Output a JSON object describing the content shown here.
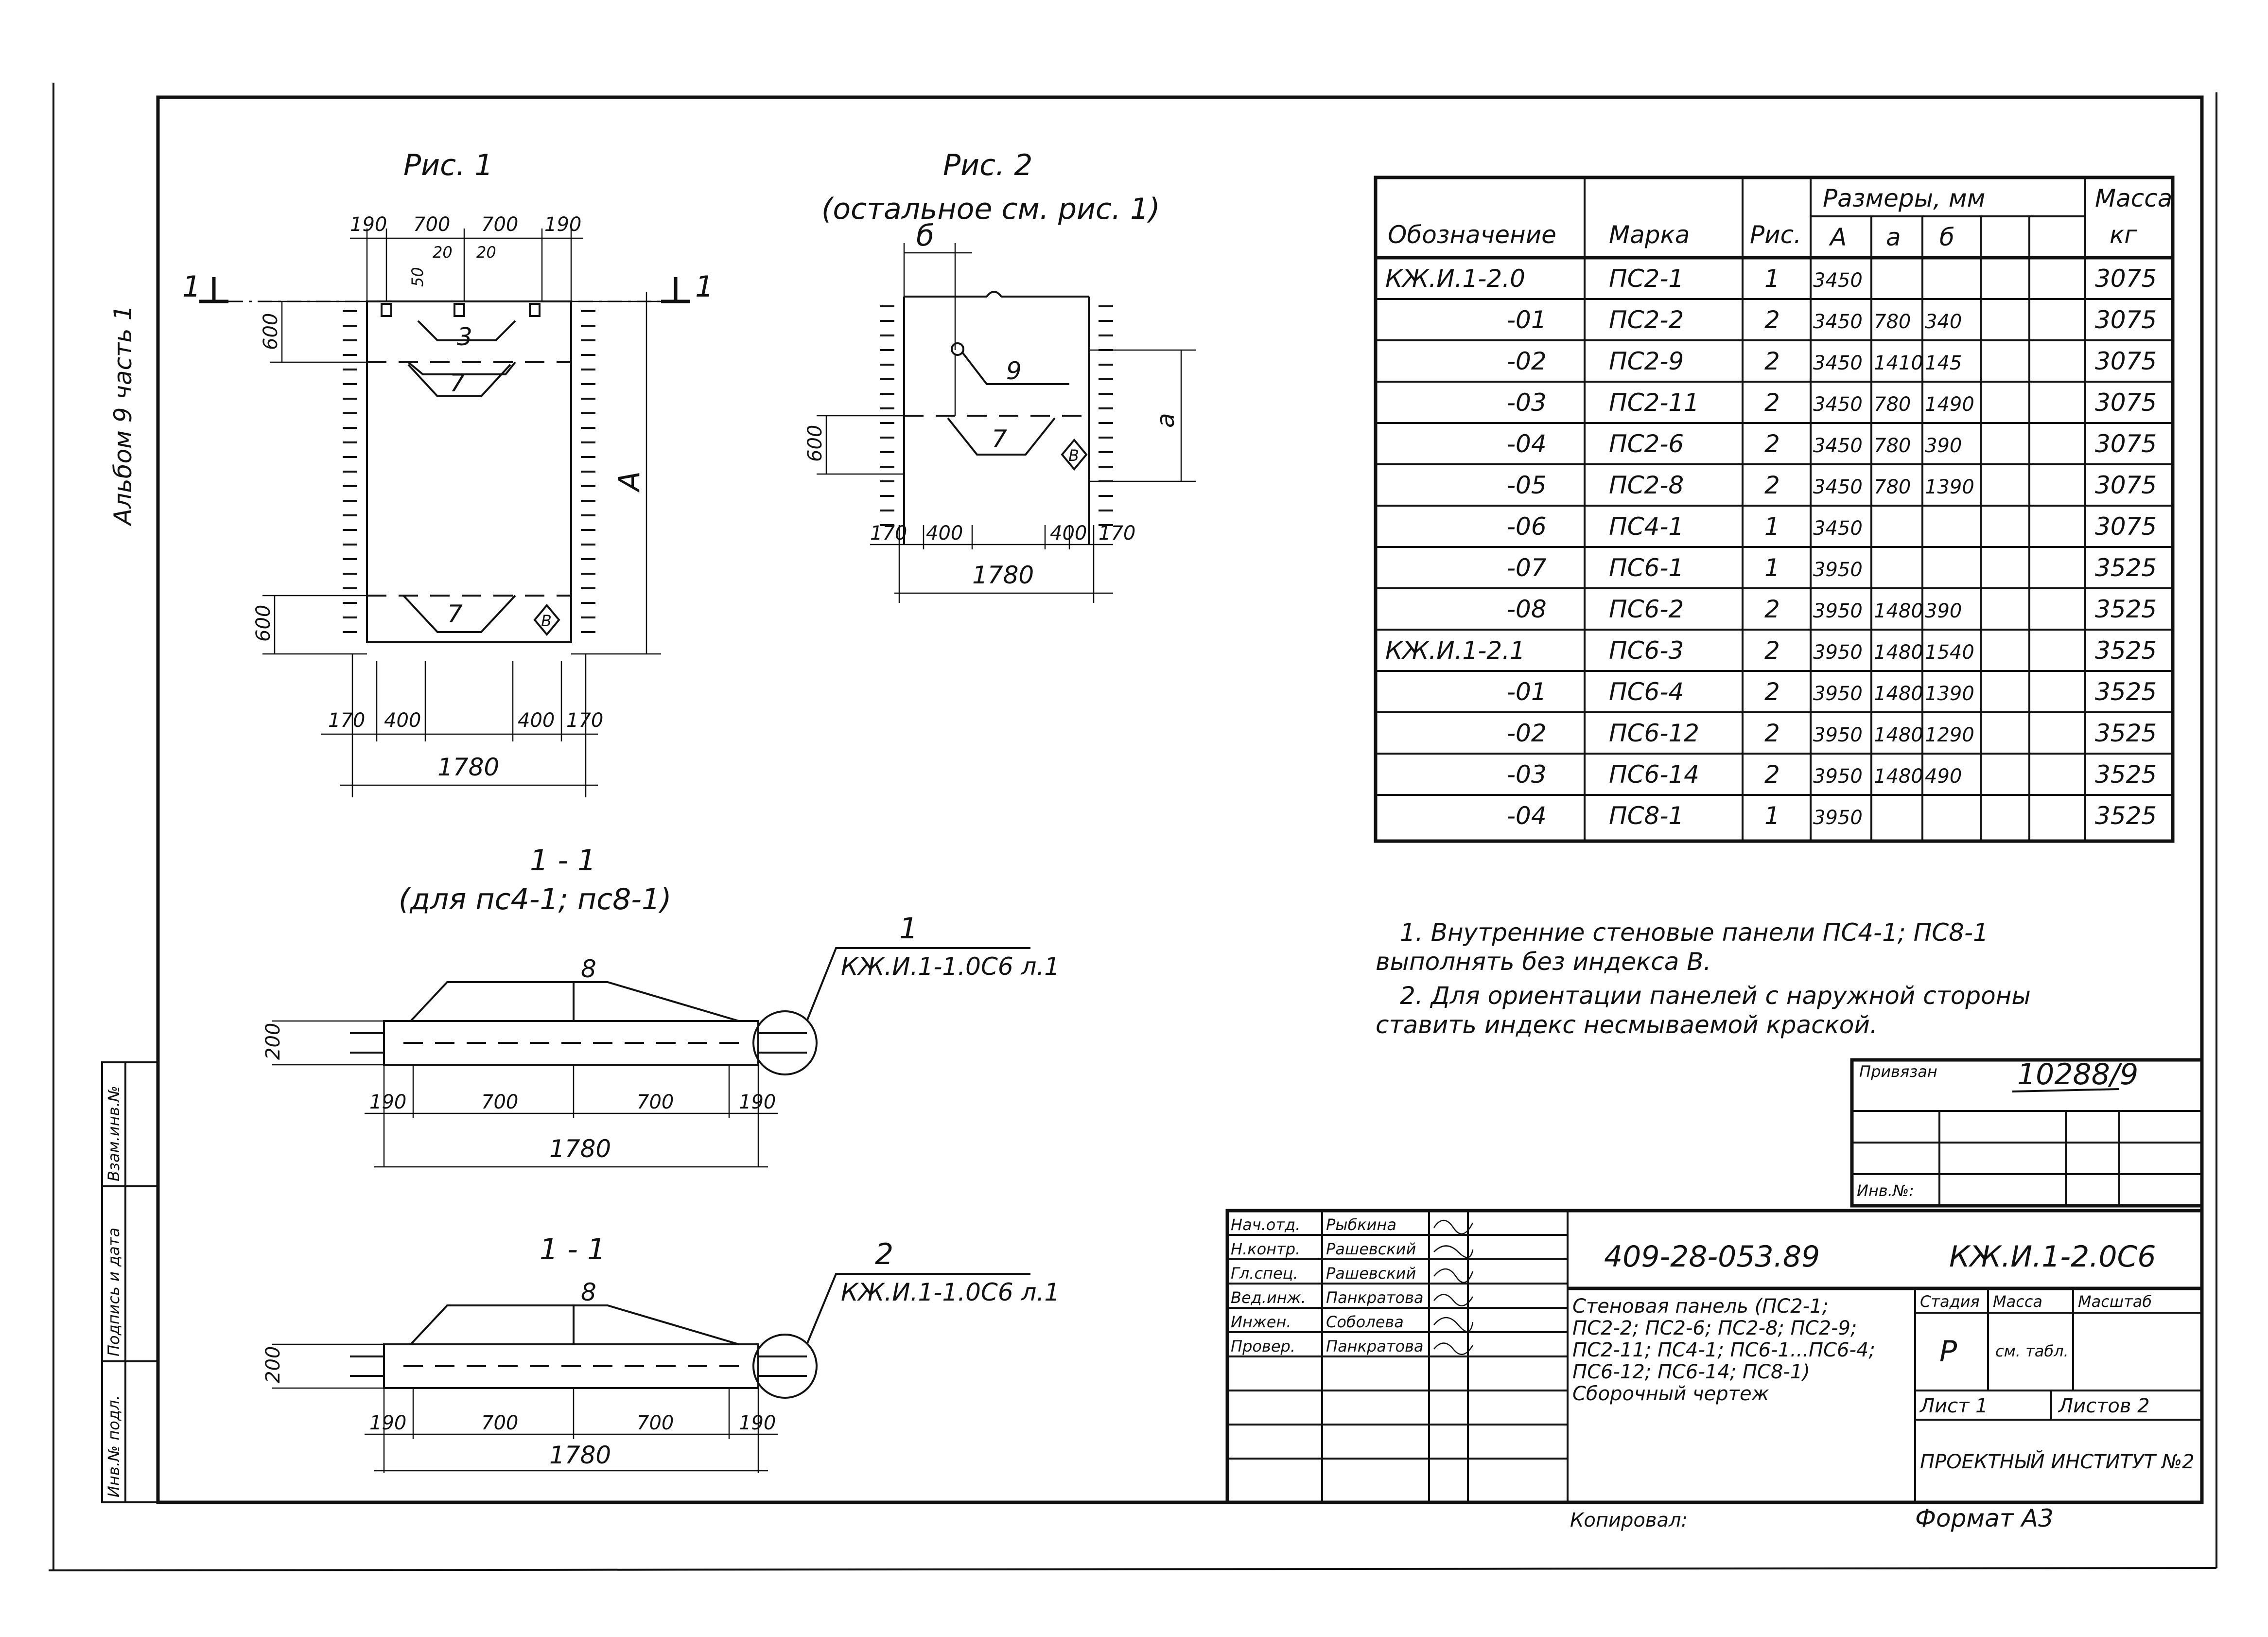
{
  "side": {
    "album": "Альбом 9 часть 1",
    "stamp_cols": [
      "Инв.№ подл.",
      "Подпись и дата",
      "Взам.инв.№"
    ]
  },
  "fig1": {
    "title": "Рис. 1",
    "section_mark": "1",
    "top_dims": [
      "190",
      "700",
      "700",
      "190"
    ],
    "small_dims": [
      "20",
      "20"
    ],
    "dim_50": "50",
    "dim_600_top": "600",
    "dim_600_bottom": "600",
    "dim_A": "А",
    "label_3": "3",
    "label_7a": "7",
    "label_7b": "7",
    "bottom_dims": [
      "170",
      "400",
      "400",
      "170"
    ],
    "total": "1780",
    "index_mark": "В"
  },
  "fig2": {
    "title": "Рис. 2",
    "subtitle": "(остальное см. рис. 1)",
    "dim_b": "б",
    "dim_a": "а",
    "dim_600": "600",
    "label_9": "9",
    "label_7": "7",
    "bottom_dims": [
      "170",
      "400",
      "400",
      "170"
    ],
    "total": "1780",
    "index_mark": "В"
  },
  "sec1": {
    "title": "1 - 1",
    "subtitle": "(для пс4-1; пс8-1)",
    "label_v": "8",
    "callout_num": "1",
    "callout_ref": "КЖ.И.1-1.0С6 л.1",
    "height": "200",
    "dims": [
      "190",
      "700",
      "700",
      "190"
    ],
    "total": "1780"
  },
  "sec2": {
    "title": "1 - 1",
    "label_v": "8",
    "callout_num": "2",
    "callout_ref": "КЖ.И.1-1.0С6 л.1",
    "height": "200",
    "dims": [
      "190",
      "700",
      "700",
      "190"
    ],
    "total": "1780"
  },
  "spec": {
    "headers": {
      "designation": "Обозначение",
      "mark": "Марка",
      "fig": "Рис.",
      "sizes": "Размеры, мм",
      "A": "А",
      "a": "а",
      "b": "б",
      "mass": "Масса",
      "mass_unit": "кг"
    },
    "rows": [
      {
        "d": "КЖ.И.1-2.0",
        "m": "ПС2-1",
        "f": "1",
        "A": "3450",
        "a": "",
        "b": "",
        "kg": "3075"
      },
      {
        "d": "-01",
        "m": "ПС2-2",
        "f": "2",
        "A": "3450",
        "a": "780",
        "b": "340",
        "kg": "3075"
      },
      {
        "d": "-02",
        "m": "ПС2-9",
        "f": "2",
        "A": "3450",
        "a": "1410",
        "b": "145",
        "kg": "3075"
      },
      {
        "d": "-03",
        "m": "ПС2-11",
        "f": "2",
        "A": "3450",
        "a": "780",
        "b": "1490",
        "kg": "3075"
      },
      {
        "d": "-04",
        "m": "ПС2-6",
        "f": "2",
        "A": "3450",
        "a": "780",
        "b": "390",
        "kg": "3075"
      },
      {
        "d": "-05",
        "m": "ПС2-8",
        "f": "2",
        "A": "3450",
        "a": "780",
        "b": "1390",
        "kg": "3075"
      },
      {
        "d": "-06",
        "m": "ПС4-1",
        "f": "1",
        "A": "3450",
        "a": "",
        "b": "",
        "kg": "3075"
      },
      {
        "d": "-07",
        "m": "ПС6-1",
        "f": "1",
        "A": "3950",
        "a": "",
        "b": "",
        "kg": "3525"
      },
      {
        "d": "-08",
        "m": "ПС6-2",
        "f": "2",
        "A": "3950",
        "a": "1480",
        "b": "390",
        "kg": "3525"
      },
      {
        "d": "КЖ.И.1-2.1",
        "m": "ПС6-3",
        "f": "2",
        "A": "3950",
        "a": "1480",
        "b": "1540",
        "kg": "3525"
      },
      {
        "d": "-01",
        "m": "ПС6-4",
        "f": "2",
        "A": "3950",
        "a": "1480",
        "b": "1390",
        "kg": "3525"
      },
      {
        "d": "-02",
        "m": "ПС6-12",
        "f": "2",
        "A": "3950",
        "a": "1480",
        "b": "1290",
        "kg": "3525"
      },
      {
        "d": "-03",
        "m": "ПС6-14",
        "f": "2",
        "A": "3950",
        "a": "1480",
        "b": "490",
        "kg": "3525"
      },
      {
        "d": "-04",
        "m": "ПС8-1",
        "f": "1",
        "A": "3950",
        "a": "",
        "b": "",
        "kg": "3525"
      }
    ]
  },
  "notes": {
    "l1": "1. Внутренние стеновые панели ПС4-1; ПС8-1",
    "l2": "выполнять без индекса В.",
    "l3": "2. Для ориентации панелей с наружной стороны",
    "l4": "ставить индекс несмываемой краской."
  },
  "handwritten_number": "10288/9",
  "bind_box": {
    "label": "Привязан",
    "inv": "Инв.№:"
  },
  "title_block": {
    "staff": [
      {
        "role": "Нач.отд.",
        "name": "Рыбкина"
      },
      {
        "role": "Н.контр.",
        "name": "Рашевский"
      },
      {
        "role": "Гл.спец.",
        "name": "Рашевский"
      },
      {
        "role": "Вед.инж.",
        "name": "Панкратова"
      },
      {
        "role": "Инжен.",
        "name": "Соболева"
      },
      {
        "role": "Провер.",
        "name": "Панкратова"
      }
    ],
    "project": "409-28-053.89",
    "doc_code": "КЖ.И.1-2.0С6",
    "desc": [
      "Стеновая панель (ПС2-1;",
      "ПС2-2; ПС2-6; ПС2-8; ПС2-9;",
      "ПС2-11; ПС4-1; ПС6-1...ПС6-4;",
      "ПС6-12; ПС6-14; ПС8-1)",
      "Сборочный чертеж"
    ],
    "stage_label": "Стадия",
    "mass_label": "Масса",
    "scale_label": "Масштаб",
    "stage": "Р",
    "mass_val": "см. табл.",
    "sheet": "Лист 1",
    "sheets": "Листов 2",
    "org": "ПРОЕКТНЫЙ ИНСТИТУТ №2"
  },
  "footer": {
    "copied": "Копировал:",
    "format": "Формат А3"
  }
}
